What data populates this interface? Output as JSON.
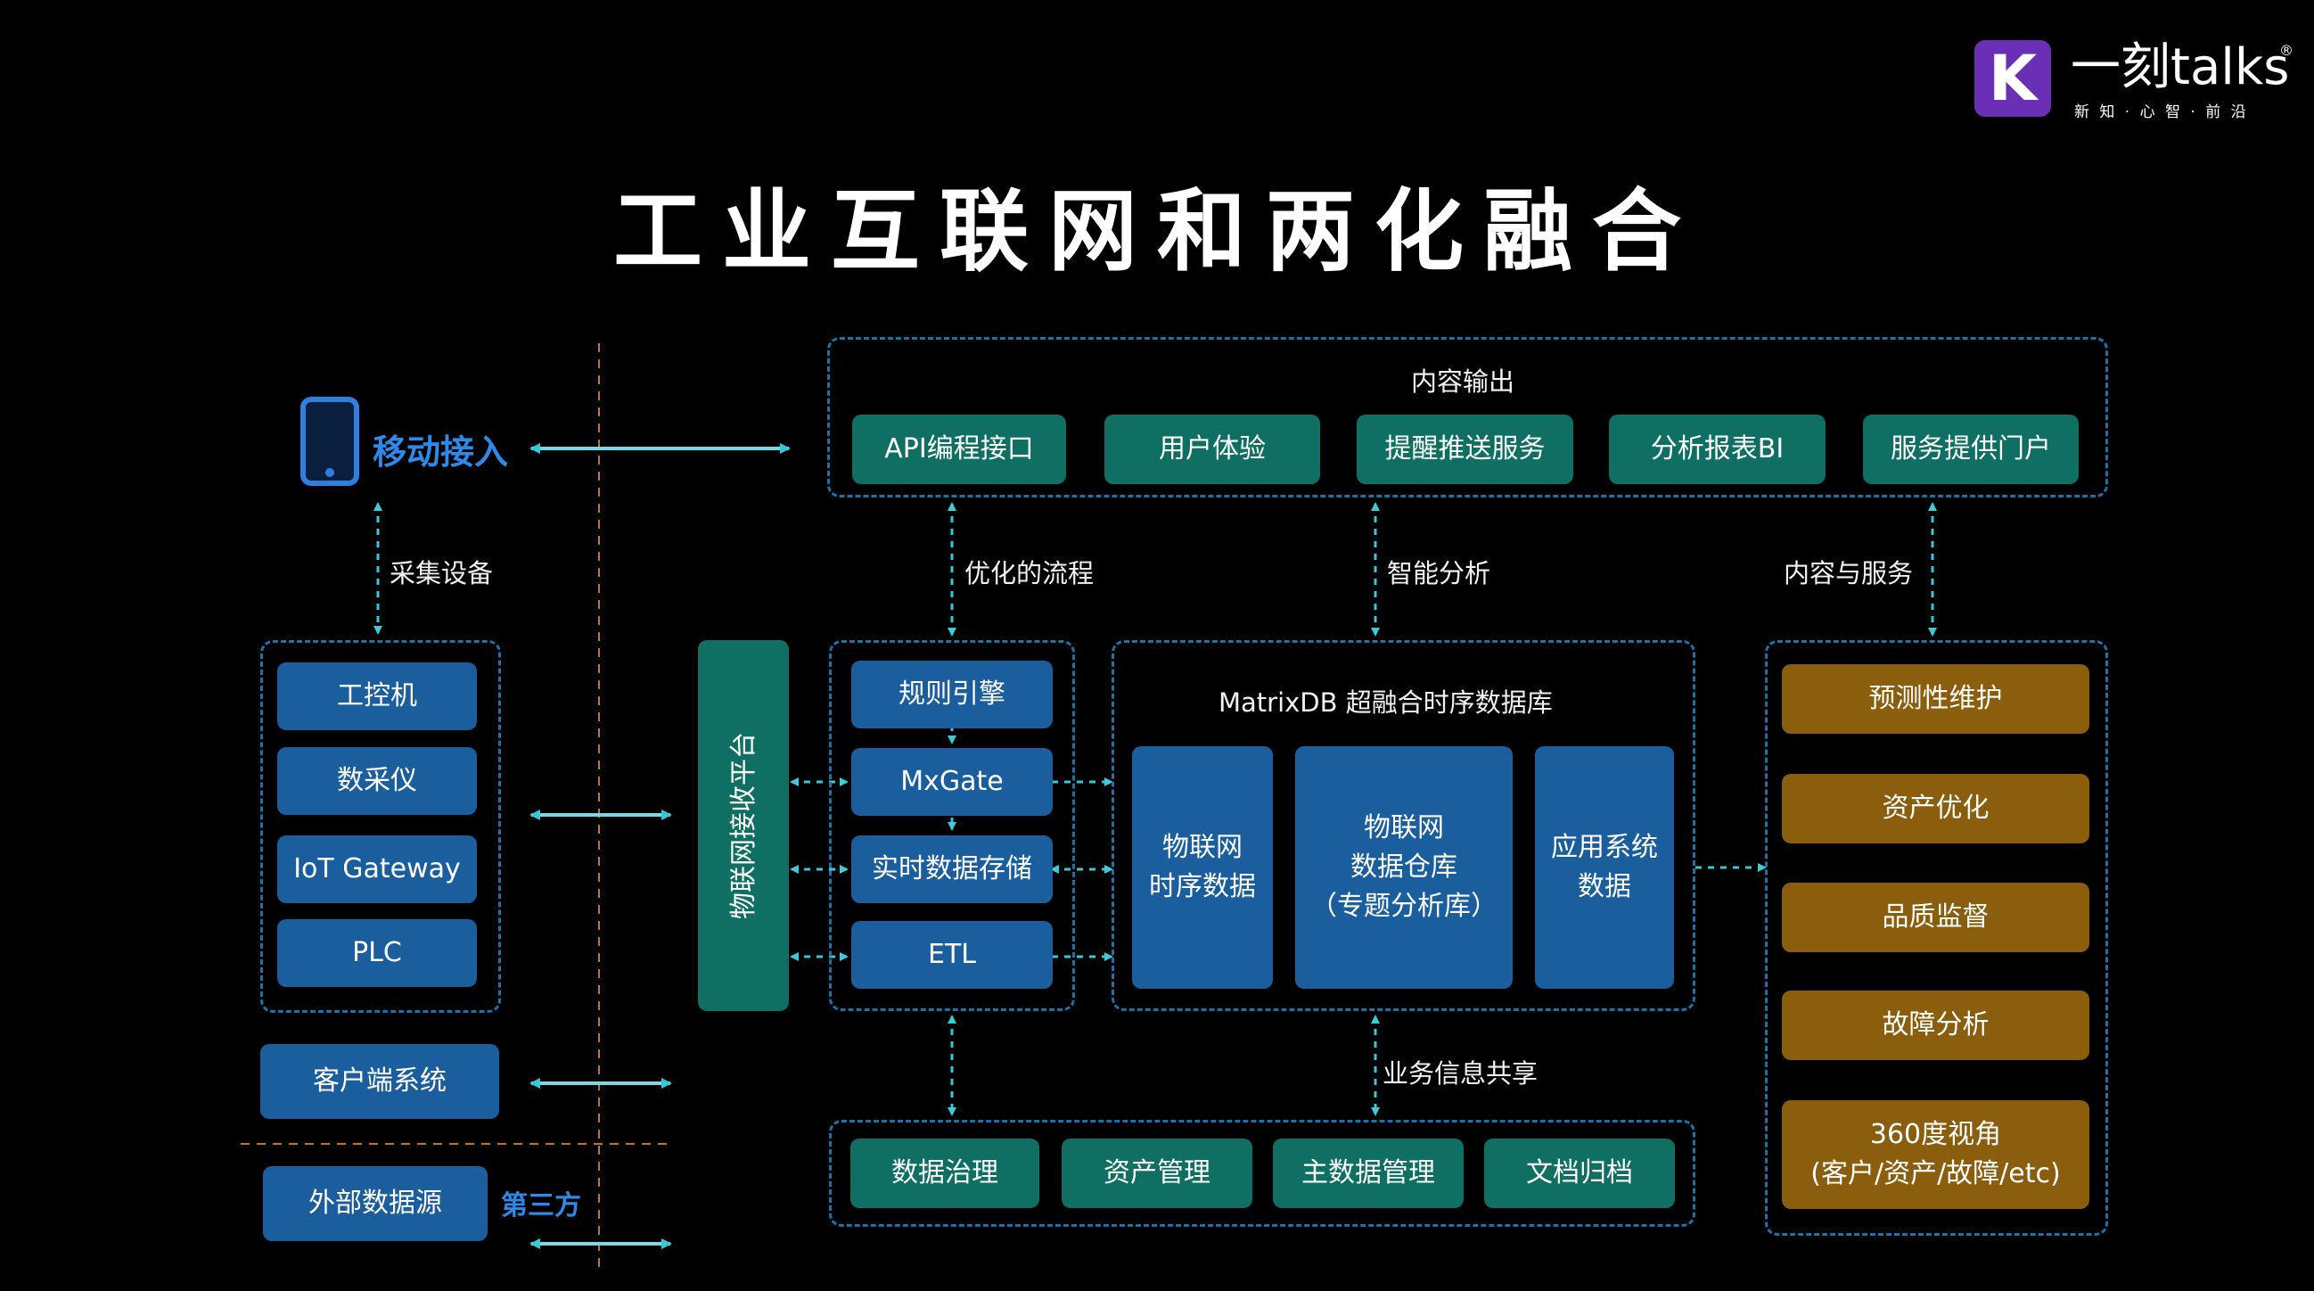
{
  "title": "工业互联网和两化融合",
  "logo": {
    "brand": "一刻talks",
    "tagline": "新 知 · 心 智 · 前 沿",
    "mark": "K",
    "registered": "®",
    "color": "#6a2fb5"
  },
  "left": {
    "mobile": "移动接入",
    "collect_label": "采集设备",
    "devices": [
      "工控机",
      "数采仪",
      "IoT Gateway",
      "PLC"
    ],
    "client": "客户端系统",
    "external": "外部数据源",
    "third_party": "第三方"
  },
  "platform": "物联网接收平台",
  "output": {
    "title": "内容输出",
    "items": [
      "API编程接口",
      "用户体验",
      "提醒推送服务",
      "分析报表BI",
      "服务提供门户"
    ]
  },
  "flow_labels": {
    "optimized": "优化的流程",
    "smart": "智能分析",
    "content_service": "内容与服务",
    "biz_share": "业务信息共享"
  },
  "process": [
    "规则引擎",
    "MxGate",
    "实时数据存储",
    "ETL"
  ],
  "matrixdb": {
    "title": "MatrixDB 超融合时序数据库",
    "items": [
      "物联网\n时序数据",
      "物联网\n数据仓库\n（专题分析库）",
      "应用系统\n数据"
    ]
  },
  "governance": [
    "数据治理",
    "资产管理",
    "主数据管理",
    "文档归档"
  ],
  "services": [
    "预测性维护",
    "资产优化",
    "品质监督",
    "故障分析",
    "360度视角\n(客户/资产/故障/etc)"
  ],
  "colors": {
    "blue_box": "#1b5e9e",
    "teal_box": "#0f6f62",
    "gold_box": "#8a5e0c",
    "arrow": "#35c8d8",
    "dash": "#1d70a8",
    "divider": "#c2722a",
    "mobile": "#2d7fe0"
  }
}
